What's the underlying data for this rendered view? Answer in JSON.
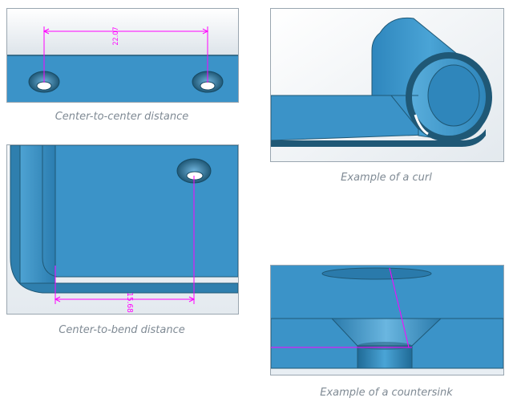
{
  "figures": {
    "center_to_center": {
      "caption": "Center-to-center distance",
      "dimension_value": "22.07"
    },
    "center_to_bend": {
      "caption": "Center-to-bend distance",
      "dimension_value": "15.68"
    },
    "curl": {
      "caption": "Example of a curl"
    },
    "countersink": {
      "caption": "Example of a countersink"
    }
  },
  "colors": {
    "sheet_blue": "#3b93c8",
    "edge_dark": "#1f5876",
    "dimension_magenta": "#ff00ff",
    "caption_gray": "#7f8a94",
    "background_light": "#f1f4f7"
  }
}
